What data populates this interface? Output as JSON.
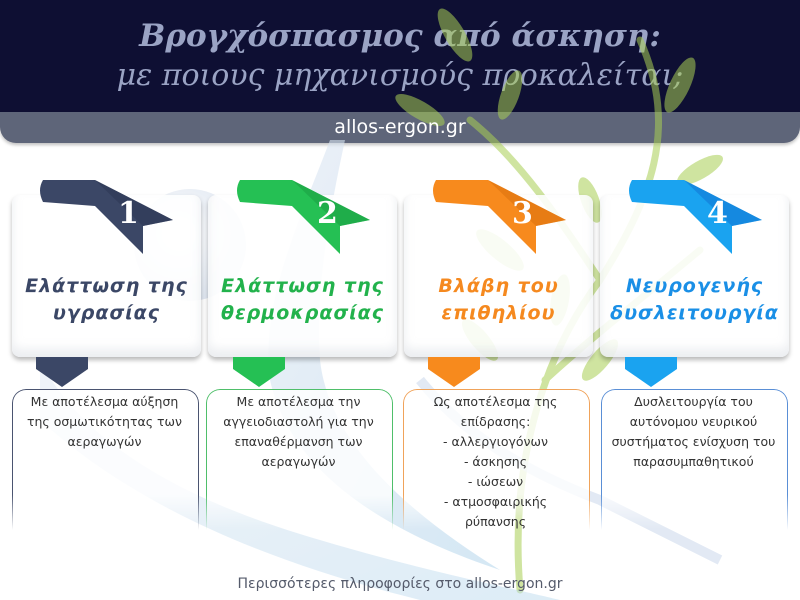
{
  "header": {
    "title_line1": "Βρογχόσπασμος από άσκηση:",
    "title_line2": "με ποιους μηχανισμούς προκαλείται;",
    "site": "allos-ergon.gr"
  },
  "colors": {
    "header_bg": "#0e0f33",
    "band_bg": "#5e6579",
    "card1": "#3b4766",
    "card2": "#22b24c",
    "card3": "#f5891f",
    "card4": "#1a8fe6"
  },
  "cards": [
    {
      "number": "1",
      "title_line1": "Ελάττωση της",
      "title_line2": "υγρασίας",
      "description": [
        "Με αποτέλεσμα αύξηση",
        "της οσμωτικότητας των",
        "αεραγωγών"
      ]
    },
    {
      "number": "2",
      "title_line1": "Ελάττωση της",
      "title_line2": "θερμοκρασίας",
      "description": [
        "Με αποτέλεσμα την",
        "αγγειοδιαστολή για την",
        "επαναθέρμανση των",
        "αεραγωγών"
      ]
    },
    {
      "number": "3",
      "title_line1": "Βλάβη του",
      "title_line2": "επιθηλίου",
      "description": [
        "Ως αποτέλεσμα της",
        "επίδρασης:",
        "- αλλεργιογόνων",
        "- άσκησης",
        "- ιώσεων",
        "- ατμοσφαιρικής",
        "ρύπανσης"
      ]
    },
    {
      "number": "4",
      "title_line1": "Νευρογενής",
      "title_line2": "δυσλειτουργία",
      "description": [
        "Δυσλειτουργία του",
        "αυτόνομου νευρικού",
        "συστήματος ενίσχυση του",
        "παρασυμπαθητικού"
      ]
    }
  ],
  "footer": {
    "text": "Περισσότερες πληροφορίες στο allos-ergon.gr"
  }
}
